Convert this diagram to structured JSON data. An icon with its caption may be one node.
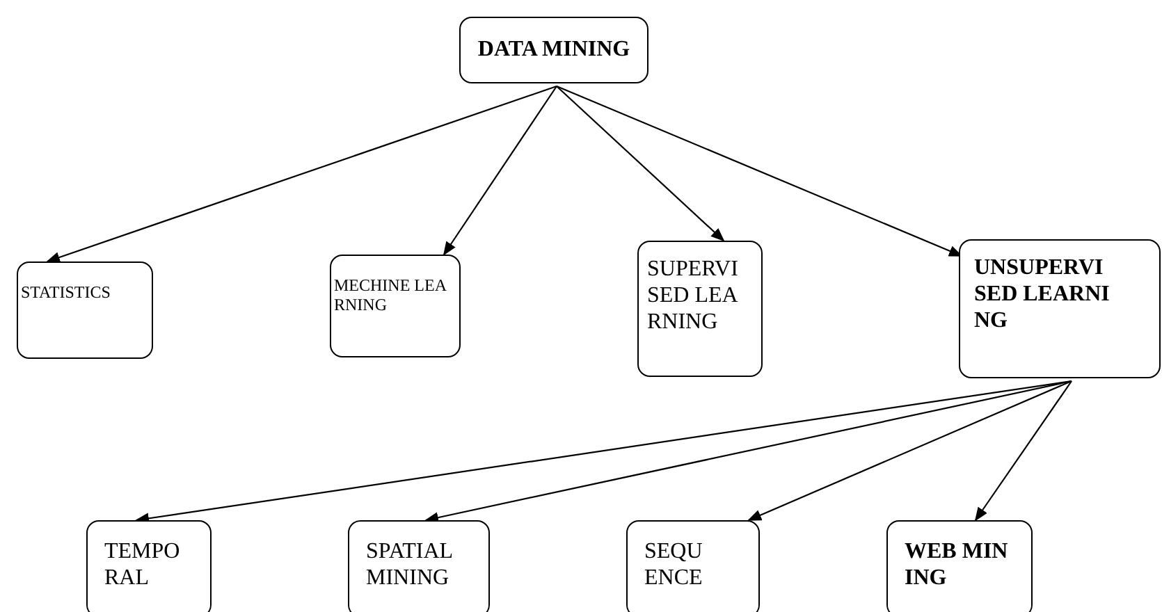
{
  "diagram": {
    "nodes": [
      {
        "text": [
          "DATA MINING"
        ]
      },
      {
        "text": [
          "STATISTICS"
        ]
      },
      {
        "text": [
          "MECHINE LEARNING"
        ]
      },
      {
        "text": [
          "SUPERVISED LEARNING"
        ]
      },
      {
        "text": [
          "UNSUPERVISED LEARNING"
        ]
      },
      {
        "text": [
          "TEMPORAL"
        ]
      },
      {
        "text": [
          "SPATIAL MINING"
        ]
      },
      {
        "text": [
          "SEQUENCE"
        ]
      },
      {
        "text": [
          "WEB MINING"
        ]
      }
    ],
    "edges": [
      {
        "from": 0,
        "to": 1,
        "arrow": "to"
      },
      {
        "from": 0,
        "to": 2,
        "arrow": "to"
      },
      {
        "from": 0,
        "to": 3,
        "arrow": "to"
      },
      {
        "from": 0,
        "to": 4,
        "arrow": "to"
      },
      {
        "from": 4,
        "to": 5,
        "arrow": "to"
      },
      {
        "from": 4,
        "to": 6,
        "arrow": "to"
      },
      {
        "from": 4,
        "to": 7,
        "arrow": "to"
      },
      {
        "from": 4,
        "to": 8,
        "arrow": "to"
      }
    ]
  }
}
